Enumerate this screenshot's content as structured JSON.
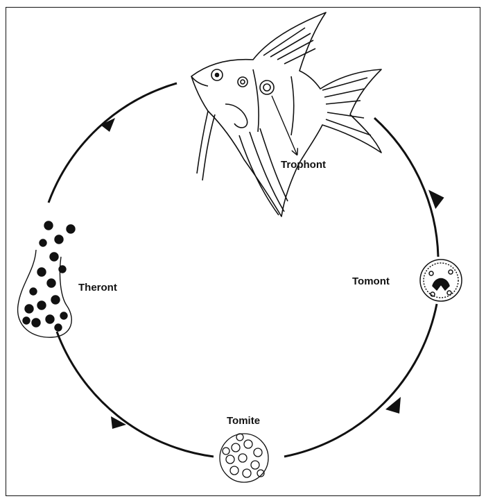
{
  "diagram": {
    "stages": {
      "trophont": "Trophont",
      "tomont": "Tomont",
      "tomite": "Tomite",
      "theront": "Theront"
    }
  },
  "colors": {
    "line": "#111111",
    "background": "#ffffff"
  }
}
